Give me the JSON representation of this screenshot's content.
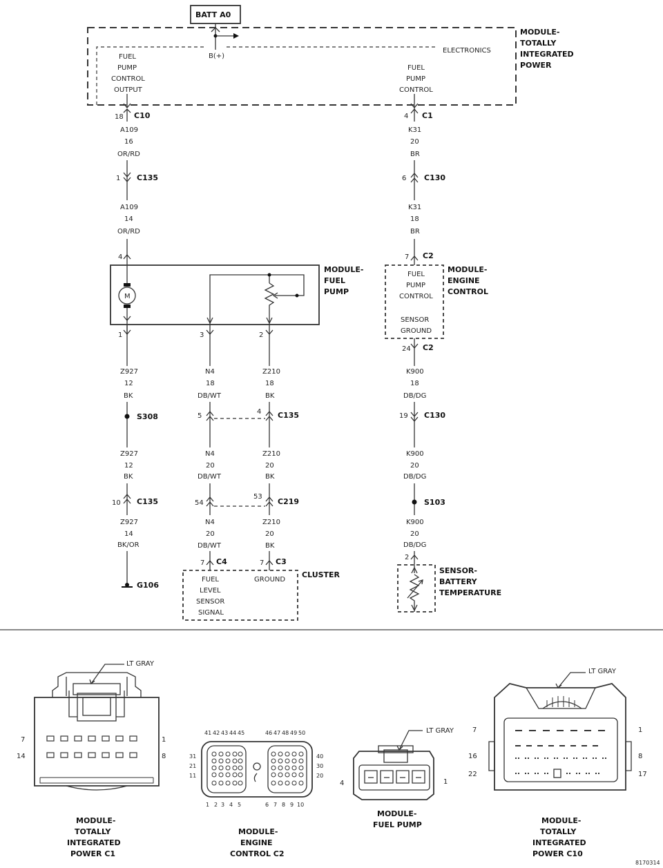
{
  "batt": "BATT A0",
  "tipm": {
    "label": [
      "MODULE-",
      "TOTALLY",
      "INTEGRATED",
      "POWER"
    ],
    "electronics": "ELECTRONICS",
    "bplus": "B(+)",
    "fp_output": [
      "FUEL",
      "PUMP",
      "CONTROL",
      "OUTPUT"
    ],
    "fp_control": [
      "FUEL",
      "PUMP",
      "CONTROL"
    ]
  },
  "left_circuit": {
    "pin1": "18",
    "conn1": "C10",
    "wire1": [
      "A109",
      "16",
      "OR/RD"
    ],
    "pin2": "1",
    "conn2": "C135",
    "wire2": [
      "A109",
      "14",
      "OR/RD"
    ],
    "pin3": "4"
  },
  "right_circuit": {
    "pin1": "4",
    "conn1": "C1",
    "wire1": [
      "K31",
      "20",
      "BR"
    ],
    "pin2": "6",
    "conn2": "C130",
    "wire2": [
      "K31",
      "18",
      "BR"
    ],
    "pin3": "7",
    "conn3": "C2"
  },
  "fuel_pump_module": {
    "label": [
      "MODULE-",
      "FUEL",
      "PUMP"
    ],
    "motor": "M",
    "pins": [
      "1",
      "3",
      "2"
    ]
  },
  "ecm": {
    "label": [
      "MODULE-",
      "ENGINE",
      "CONTROL"
    ],
    "fp_control": [
      "FUEL",
      "PUMP",
      "CONTROL"
    ],
    "sensor_ground": [
      "SENSOR",
      "GROUND"
    ],
    "pin_out": "24",
    "conn_out": "C2"
  },
  "ground_col": {
    "wire1": [
      "Z927",
      "12",
      "BK"
    ],
    "splice": "S308",
    "wire2": [
      "Z927",
      "12",
      "BK"
    ],
    "pin": "10",
    "conn": "C135",
    "wire3": [
      "Z927",
      "14",
      "BK/OR"
    ],
    "ground": "G106"
  },
  "n4_col": {
    "wire1": [
      "N4",
      "18",
      "DB/WT"
    ],
    "pin_c135": "5",
    "wire2": [
      "N4",
      "20",
      "DB/WT"
    ],
    "pin_c219": "54",
    "wire3": [
      "N4",
      "20",
      "DB/WT"
    ],
    "pin_c4": "7",
    "conn_c4": "C4"
  },
  "z210_col": {
    "wire1": [
      "Z210",
      "18",
      "BK"
    ],
    "pin_c135": "4",
    "conn_c135": "C135",
    "wire2": [
      "Z210",
      "20",
      "BK"
    ],
    "pin_c219": "53",
    "conn_c219": "C219",
    "wire3": [
      "Z210",
      "20",
      "BK"
    ],
    "pin_c3": "7",
    "conn_c3": "C3"
  },
  "cluster": {
    "label": "CLUSTER",
    "fuel_signal": [
      "FUEL",
      "LEVEL",
      "SENSOR",
      "SIGNAL"
    ],
    "ground": "GROUND"
  },
  "k900_col": {
    "wire1": [
      "K900",
      "18",
      "DB/DG"
    ],
    "pin": "19",
    "conn": "C130",
    "wire2": [
      "K900",
      "20",
      "DB/DG"
    ],
    "splice": "S103",
    "wire3": [
      "K900",
      "20",
      "DB/DG"
    ],
    "pin_sensor": "2"
  },
  "battery_sensor": {
    "label": [
      "SENSOR-",
      "BATTERY",
      "TEMPERATURE"
    ]
  },
  "connectors": {
    "c1": {
      "callout": "LT GRAY",
      "pins": [
        "7",
        "1",
        "14",
        "8"
      ],
      "label": [
        "MODULE-",
        "TOTALLY",
        "INTEGRATED",
        "POWER C1"
      ]
    },
    "ecm_c2": {
      "top_left": [
        "41",
        "42",
        "43",
        "44",
        "45"
      ],
      "top_right": [
        "46",
        "47",
        "48",
        "49",
        "50"
      ],
      "left_side": [
        "31",
        "21",
        "11"
      ],
      "right_side": [
        "40",
        "30",
        "20"
      ],
      "bottom_left": [
        "1",
        "2",
        "3",
        "4",
        "5"
      ],
      "bottom_right": [
        "6",
        "7",
        "8",
        "9",
        "10"
      ],
      "label": [
        "MODULE-",
        "ENGINE",
        "CONTROL C2"
      ]
    },
    "fp": {
      "callout": "LT GRAY",
      "pins": [
        "4",
        "1"
      ],
      "label": [
        "MODULE-",
        "FUEL PUMP"
      ]
    },
    "c10": {
      "callout": "LT GRAY",
      "pins": [
        "7",
        "1",
        "16",
        "8",
        "22",
        "17"
      ],
      "label": [
        "MODULE-",
        "TOTALLY",
        "INTEGRATED",
        "POWER C10"
      ]
    }
  },
  "figure_id": "8170314"
}
